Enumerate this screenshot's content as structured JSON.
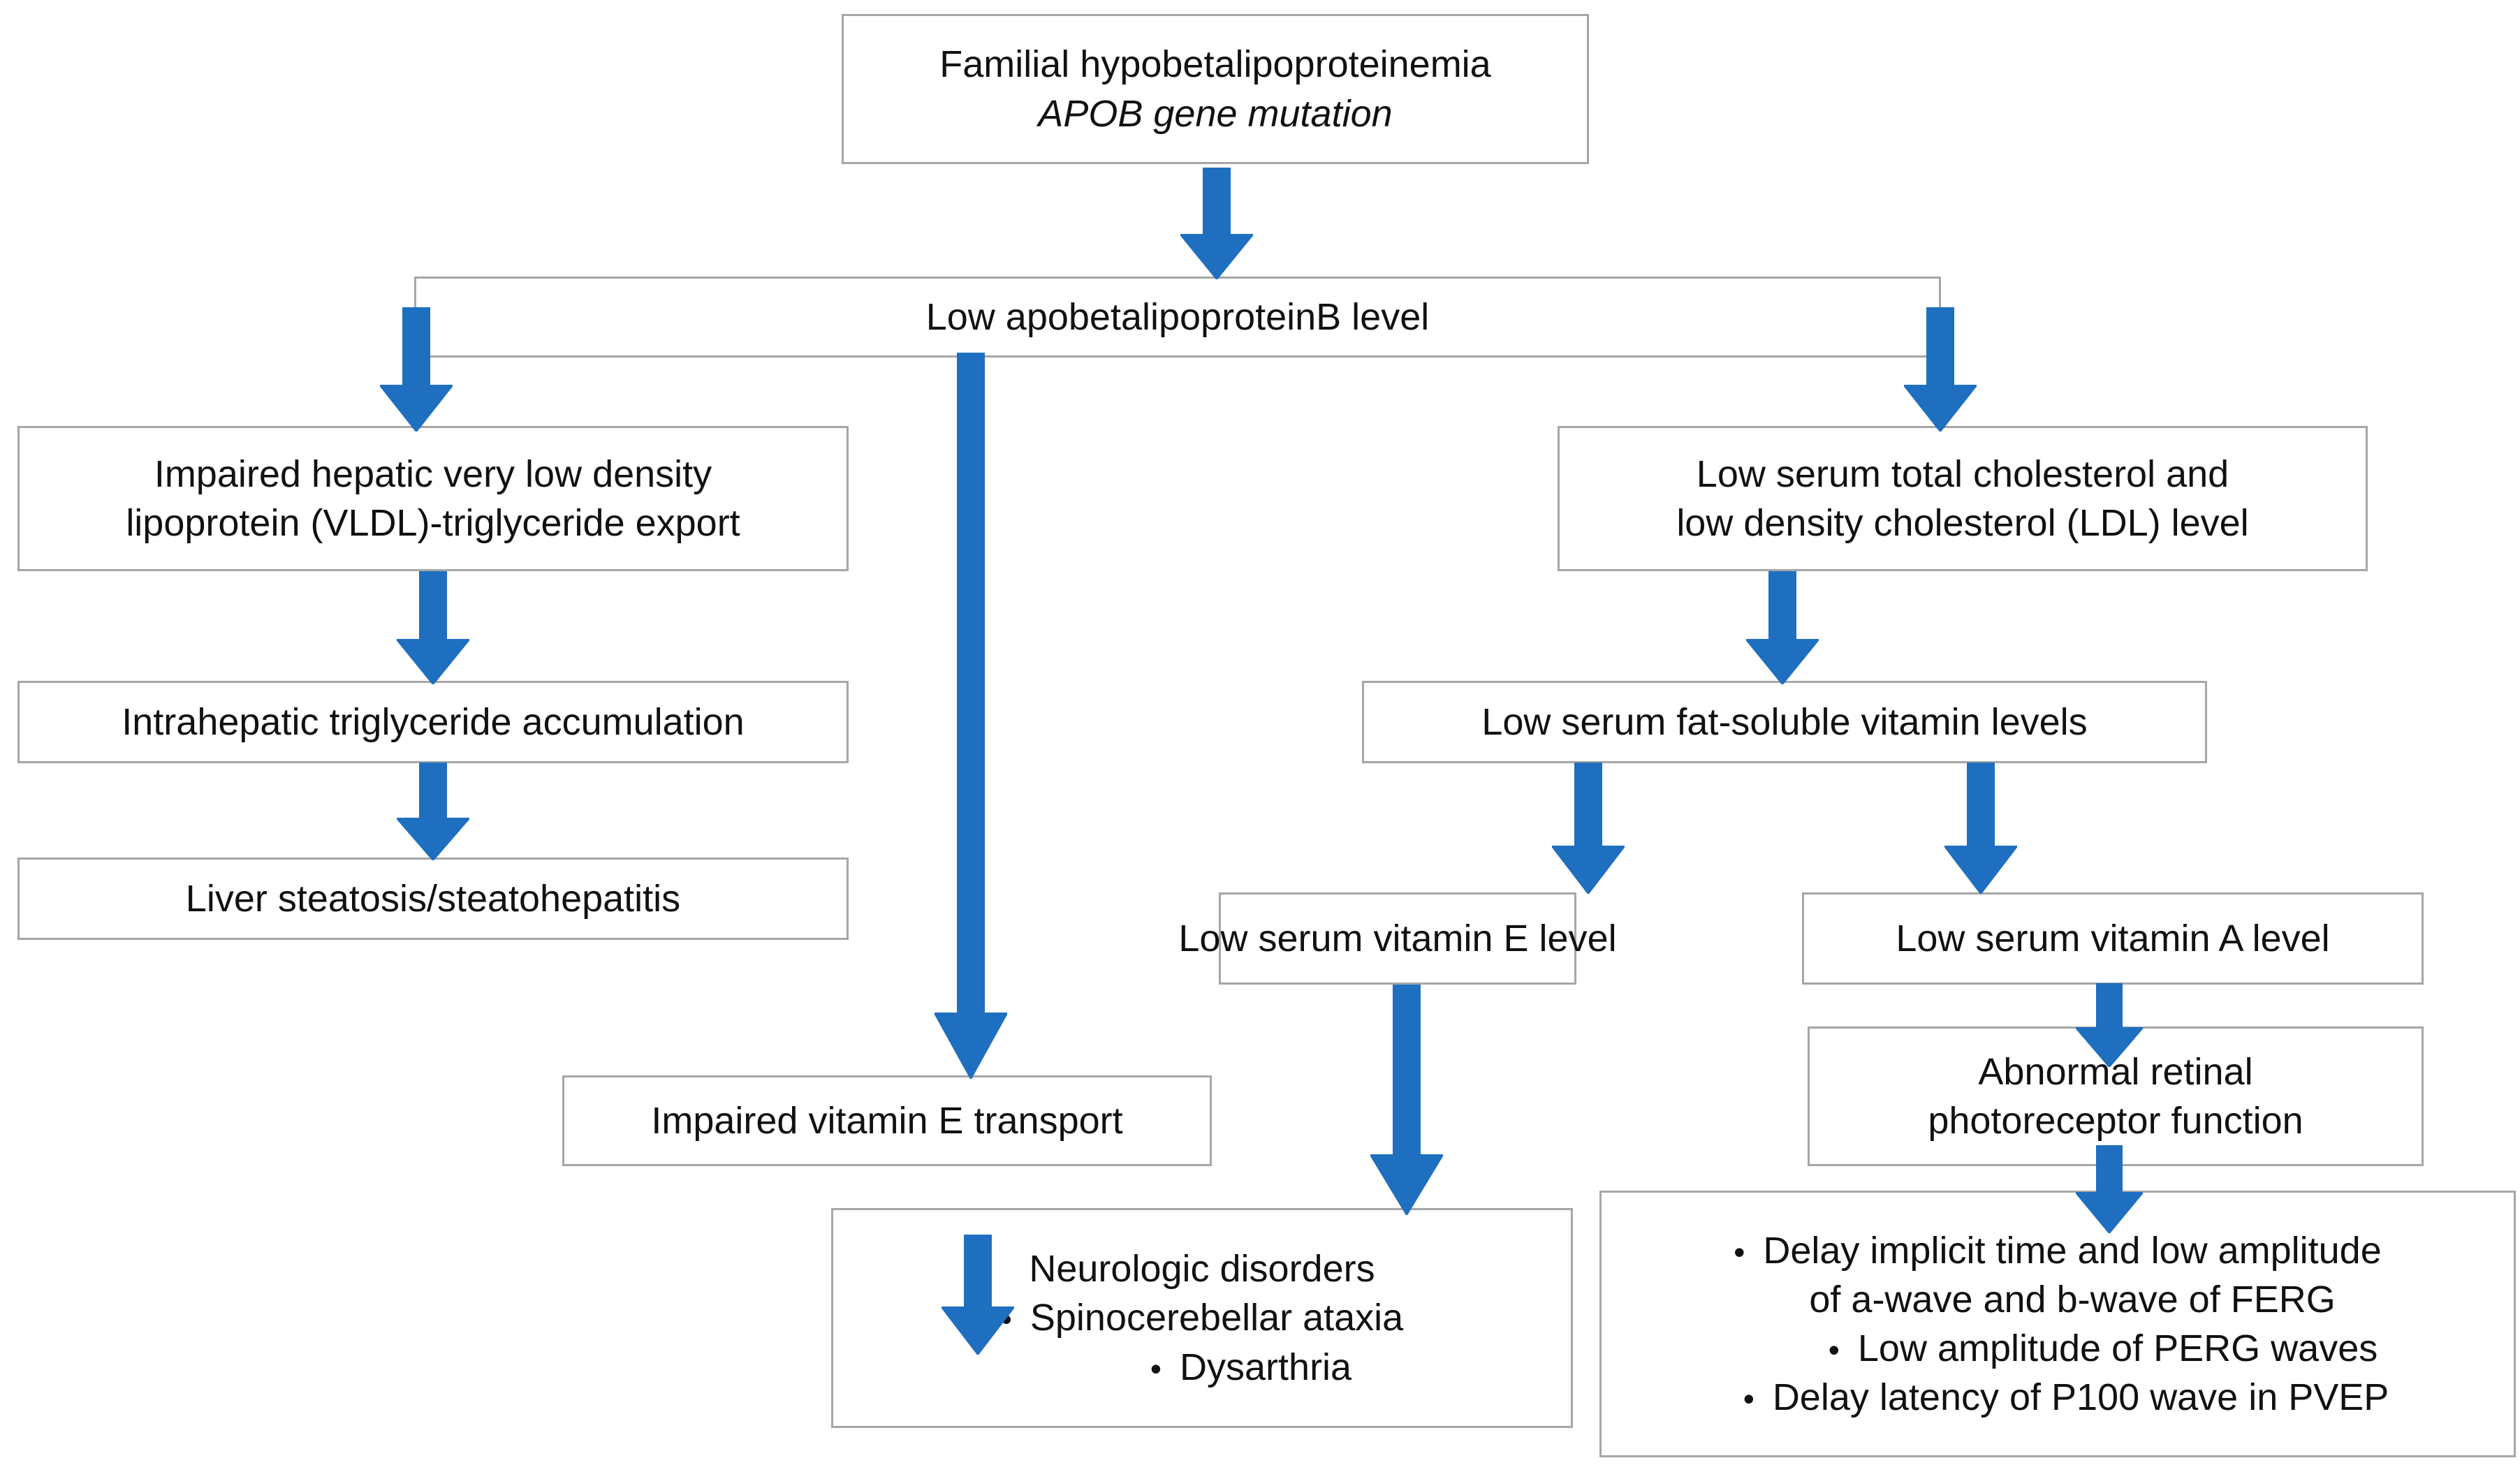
{
  "diagram": {
    "title": "Familial hypobetalipoproteinemia pathophysiology flowchart",
    "accent_color": "#1F6FC0",
    "box_border_color": "#A6A6A6",
    "background_color": "#FFFFFF",
    "text_color": "#111111"
  },
  "nodes": {
    "root": {
      "line1": "Familial hypobetalipoproteinemia",
      "line2": "APOB gene mutation"
    },
    "apob_level": {
      "label": "Low apobetalipoproteinB level"
    },
    "vldl_export": {
      "line1": "Impaired hepatic very low density",
      "line2": "lipoprotein (VLDL)-triglyceride export"
    },
    "intrahepatic_tg": {
      "label": "Intrahepatic triglyceride accumulation"
    },
    "liver_steatosis": {
      "label": "Liver steatosis/steatohepatitis"
    },
    "low_cholesterol": {
      "line1": "Low serum total cholesterol and",
      "line2": "low density cholesterol (LDL) level"
    },
    "fat_soluble_vitamins": {
      "label": "Low serum fat-soluble vitamin levels"
    },
    "vitamin_e_level": {
      "label": "Low serum vitamin E level"
    },
    "vitamin_a_level": {
      "label": "Low serum vitamin A level"
    },
    "impaired_vit_e_transport": {
      "label": "Impaired vitamin E transport"
    },
    "abnormal_retina": {
      "line1": "Abnormal retinal",
      "line2": "photoreceptor function"
    },
    "neurologic_disorders": {
      "heading": "Neurologic disorders",
      "bullet_glyph": "•",
      "bullets": [
        "Spinocerebellar ataxia",
        "Dysarthria"
      ]
    },
    "electrophysiology_findings": {
      "bullet_glyph": "•",
      "bullets": [
        {
          "line1": "Delay implicit time and low amplitude",
          "line2": "of a-wave and b-wave of FERG"
        },
        {
          "line1": "Low amplitude of PERG waves",
          "line2": ""
        },
        {
          "line1": "Delay latency of P100 wave in PVEP",
          "line2": ""
        }
      ]
    }
  },
  "edges": [
    {
      "from": "root",
      "to": "apob_level"
    },
    {
      "from": "apob_level",
      "to": "vldl_export"
    },
    {
      "from": "apob_level",
      "to": "impaired_vit_e_transport"
    },
    {
      "from": "apob_level",
      "to": "low_cholesterol"
    },
    {
      "from": "vldl_export",
      "to": "intrahepatic_tg"
    },
    {
      "from": "intrahepatic_tg",
      "to": "liver_steatosis"
    },
    {
      "from": "low_cholesterol",
      "to": "fat_soluble_vitamins"
    },
    {
      "from": "fat_soluble_vitamins",
      "to": "vitamin_e_level"
    },
    {
      "from": "fat_soluble_vitamins",
      "to": "vitamin_a_level"
    },
    {
      "from": "vitamin_e_level",
      "to": "neurologic_disorders"
    },
    {
      "from": "impaired_vit_e_transport",
      "to": "neurologic_disorders"
    },
    {
      "from": "vitamin_a_level",
      "to": "abnormal_retina"
    },
    {
      "from": "abnormal_retina",
      "to": "electrophysiology_findings"
    }
  ]
}
